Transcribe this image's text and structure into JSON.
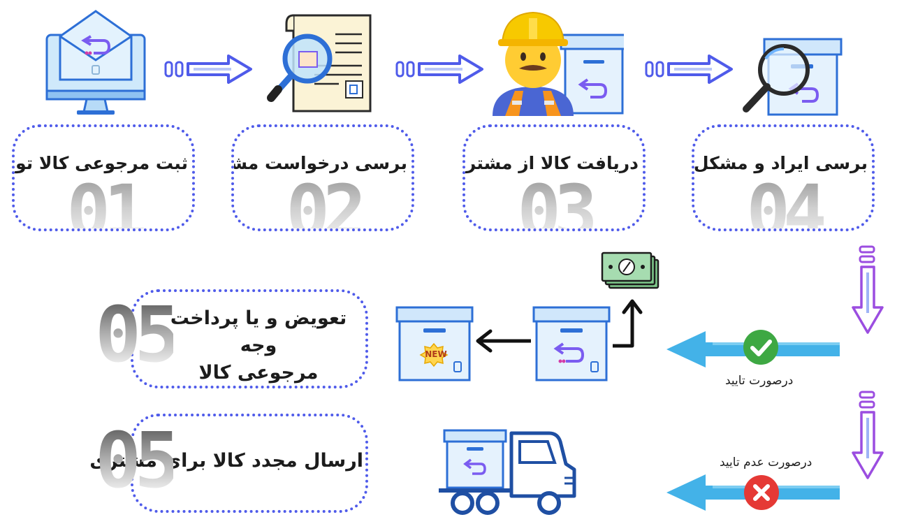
{
  "steps": [
    {
      "label": "ثبت مرجوعی کالا توسط مشتری",
      "number": "01"
    },
    {
      "label": "برسی درخواست مشتری",
      "number": "02"
    },
    {
      "label": "دریافت کالا از مشتری",
      "number": "03"
    },
    {
      "label": "برسی ایراد و مشکل کالا",
      "number": "04"
    }
  ],
  "exchange": {
    "line1": "تعویض و یا پرداخت وجه",
    "line2": "مرجوعی کالا",
    "number": "05"
  },
  "resend": {
    "label": "ارسال مجدد کالا برای مشتری",
    "number": "05"
  },
  "condition_approved": "درصورت تایید",
  "condition_rejected": "درصورت عدم تایید",
  "new_badge": "NEW",
  "colors": {
    "accent_blue": "#4f5bea",
    "light_blue": "#43b2e8",
    "purple": "#9b4de0",
    "success": "#3ea843",
    "error": "#e53935"
  }
}
